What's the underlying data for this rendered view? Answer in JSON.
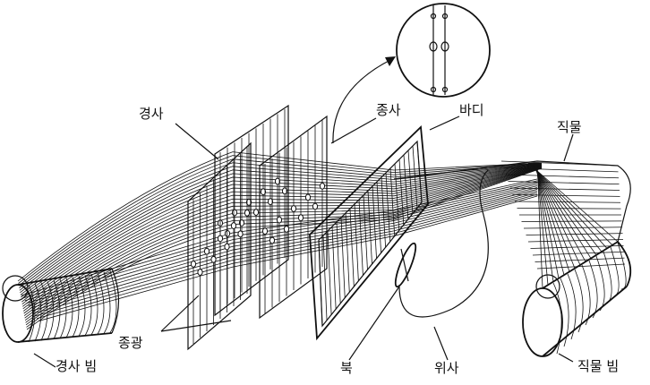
{
  "labels": {
    "warp": "경사",
    "heddle": "종사",
    "reed": "바디",
    "fabric": "직물",
    "heddle_frame": "종광",
    "warp_beam": "경사 빔",
    "shuttle": "북",
    "weft": "위사",
    "cloth_beam": "직물 빔"
  },
  "colors": {
    "ink": "#111111",
    "paper": "#ffffff"
  }
}
